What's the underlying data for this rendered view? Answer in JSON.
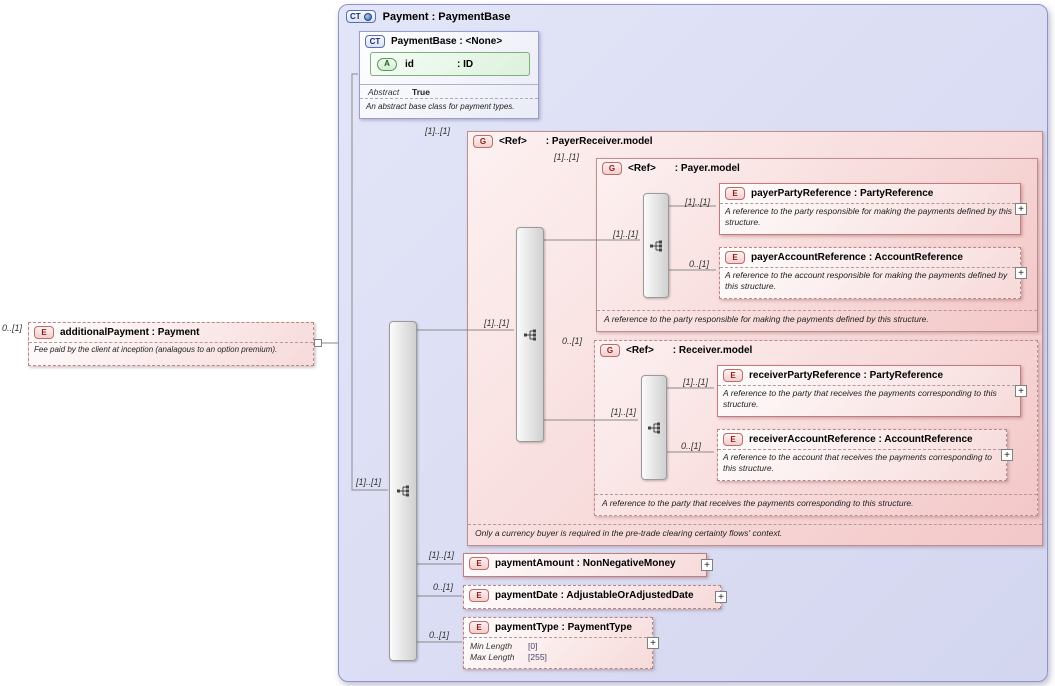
{
  "ui": {
    "expand_glyph": "+"
  },
  "colors": {
    "container_fill": "#dcdff4",
    "group_fill": "#f6d2d2",
    "element_border": "#c27c7c",
    "attribute_green": "#7fae7f",
    "badge_blue": "#5b6eae"
  },
  "root": {
    "badge": "CT",
    "title": "Payment : PaymentBase"
  },
  "baseType": {
    "badge": "CT",
    "title": "PaymentBase : <None>",
    "attribute": {
      "badge": "A",
      "name": "id",
      "type": ": ID"
    },
    "abstract": {
      "label": "Abstract",
      "value": "True"
    },
    "annotation": "An abstract base class for payment types."
  },
  "additionalPayment": {
    "cardinality": "0..[1]",
    "badge": "E",
    "title": "additionalPayment : Payment",
    "annotation": "Fee paid by the client at inception (analagous to an option premium)."
  },
  "mainSequence": {
    "cardinality": "[1]..[1]"
  },
  "payerReceiver": {
    "cardinality": "[1]..[1]",
    "badge": "G",
    "ref": "<Ref>",
    "type": ": PayerReceiver.model",
    "sequenceCardinality": "[1]..[1]",
    "annotation": "Only a currency buyer is required in the pre-trade clearing certainty flows' context.",
    "payer": {
      "cardinality": "[1]..[1]",
      "badge": "G",
      "ref": "<Ref>",
      "type": ": Payer.model",
      "sequenceCardinality": "[1]..[1]",
      "annotation": "A reference to the party responsible for making the payments defined by this structure.",
      "partyReference": {
        "cardinality": "[1]..[1]",
        "badge": "E",
        "title": "payerPartyReference : PartyReference",
        "annotation": "A reference to the party responsible for making the payments defined by this structure."
      },
      "accountReference": {
        "cardinality": "0..[1]",
        "badge": "E",
        "title": "payerAccountReference : AccountReference",
        "annotation": "A reference to the account responsible for making the payments defined by this structure."
      }
    },
    "receiver": {
      "cardinality": "0..[1]",
      "badge": "G",
      "ref": "<Ref>",
      "type": ": Receiver.model",
      "sequenceCardinality": "[1]..[1]",
      "annotation": "A reference to the party that receives the payments corresponding to this structure.",
      "partyReference": {
        "cardinality": "[1]..[1]",
        "badge": "E",
        "title": "receiverPartyReference : PartyReference",
        "annotation": "A reference to the party that receives the payments corresponding to this structure."
      },
      "accountReference": {
        "cardinality": "0..[1]",
        "badge": "E",
        "title": "receiverAccountReference : AccountReference",
        "annotation": "A reference to the account that receives the payments corresponding to this structure."
      }
    }
  },
  "paymentAmount": {
    "cardinality": "[1]..[1]",
    "badge": "E",
    "title": "paymentAmount : NonNegativeMoney"
  },
  "paymentDate": {
    "cardinality": "0..[1]",
    "badge": "E",
    "title": "paymentDate : AdjustableOrAdjustedDate"
  },
  "paymentType": {
    "cardinality": "0..[1]",
    "badge": "E",
    "title": "paymentType : PaymentType",
    "facets": [
      {
        "label": "Min Length",
        "value": "[0]"
      },
      {
        "label": "Max Length",
        "value": "[255]"
      }
    ]
  }
}
